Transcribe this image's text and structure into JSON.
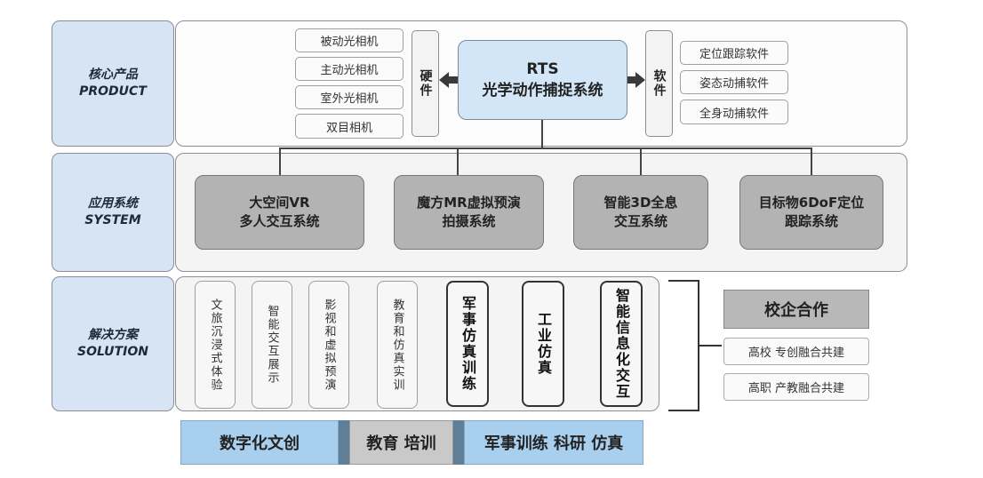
{
  "rows": {
    "product": {
      "cn": "核心产品",
      "en": "PRODUCT"
    },
    "system": {
      "cn": "应用系统",
      "en": "SYSTEM"
    },
    "solution": {
      "cn": "解决方案",
      "en": "SOLUTION"
    }
  },
  "product": {
    "hardware_items": [
      "被动光相机",
      "主动光相机",
      "室外光相机",
      "双目相机"
    ],
    "hardware_label": "硬件",
    "software_label": "软件",
    "software_items": [
      "定位跟踪软件",
      "姿态动捕软件",
      "全身动捕软件"
    ],
    "core": {
      "line1": "RTS",
      "line2": "光学动作捕捉系统"
    }
  },
  "systems": [
    {
      "line1": "大空间VR",
      "line2": "多人交互系统"
    },
    {
      "line1": "魔方MR虚拟预演",
      "line2": "拍摄系统"
    },
    {
      "line1": "智能3D全息",
      "line2": "交互系统"
    },
    {
      "line1": "目标物6DoF定位",
      "line2": "跟踪系统"
    }
  ],
  "solutions": [
    "文旅沉浸式体验",
    "智能交互展示",
    "影视和虚拟预演",
    "教育和仿真实训",
    "军事仿真训练",
    "工业仿真",
    "智能信息化交互"
  ],
  "cooperation": {
    "title": "校企合作",
    "items": [
      "高校 专创融合共建",
      "高职 产教融合共建"
    ]
  },
  "bottom": [
    "数字化文创",
    "教育 培训",
    "军事训练 科研 仿真"
  ],
  "colors": {
    "row_label_bg": "#d6e4f3",
    "core_bg": "#d3e6f7",
    "system_bg": "#b3b3b3",
    "bottom_blue": "#a9cfee",
    "bottom_gray": "#c9c9c9"
  }
}
